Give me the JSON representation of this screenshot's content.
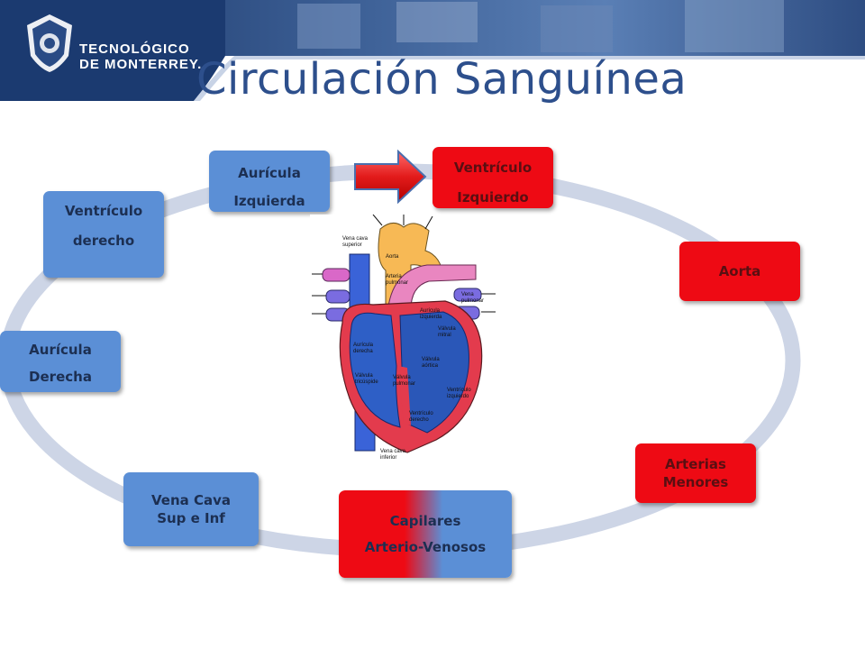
{
  "header": {
    "logo_line1": "TECNOLÓGICO",
    "logo_line2": "DE MONTERREY."
  },
  "title": "Circulación Sanguínea",
  "cycle_nodes": {
    "auricula_izquierda": [
      "Aurícula",
      "Izquierda"
    ],
    "ventriculo_izquierdo": [
      "Ventrículo",
      "Izquierdo"
    ],
    "aorta": [
      "Aorta"
    ],
    "arterias_menores": [
      "Arterias",
      "Menores"
    ],
    "capilares": [
      "Capilares",
      "Arterio-Venosos"
    ],
    "vena_cava": [
      "Vena Cava",
      "Sup e Inf"
    ],
    "auricula_derecha": [
      "Aurícula",
      "Derecha"
    ],
    "ventriculo_derecho": [
      "Ventrículo",
      "derecho"
    ]
  },
  "heart_labels": {
    "vena_cava_superior": [
      "Vena cava",
      "superior"
    ],
    "aorta": "Aorta",
    "arteria_pulmonar": [
      "Arteria",
      "pulmonar"
    ],
    "vena_pulmonar": [
      "Vena",
      "pulmonar"
    ],
    "auricula_izquierda": [
      "Aurícula",
      "izquierda"
    ],
    "valvula_mitral": [
      "Válvula",
      "mitral"
    ],
    "auricula_derecha": [
      "Aurícula",
      "derecha"
    ],
    "valvula_aortica": [
      "Válvula",
      "aórtica"
    ],
    "valvula_tricuspide": [
      "Válvula",
      "tricúspide"
    ],
    "valvula_pulmonar": [
      "Válvula",
      "pulmonar"
    ],
    "ventriculo_izquierdo": [
      "Ventrículo",
      "izquierdo"
    ],
    "ventriculo_derecho": [
      "Ventrículo",
      "derecho"
    ],
    "vena_cava_inferior": [
      "Vena cava",
      "inferior"
    ]
  },
  "colors": {
    "title": "#2d4f8c",
    "node_blue": "#5b8fd6",
    "node_red": "#ee0a14",
    "ring": "#cdd5e6",
    "banner": "#1e3a6e"
  }
}
